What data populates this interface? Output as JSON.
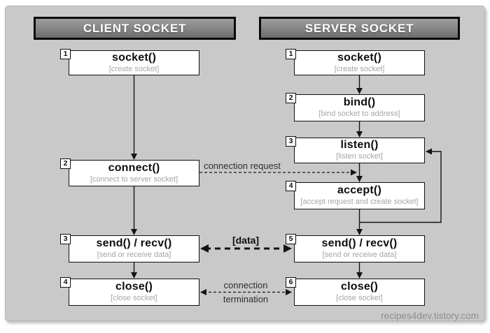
{
  "watermark": "recipes4dev.tistory.com",
  "colors": {
    "canvas_bg": "#c9c9c9",
    "header_gradient_top": "#9d9d9d",
    "header_gradient_bottom": "#6d6d6d",
    "header_text": "#ffffff",
    "box_bg": "#ffffff",
    "box_border": "#101010",
    "subtitle_text": "#a5a5a5",
    "arrow_line": "#141414",
    "watermark_text": "#8e8e8e"
  },
  "client": {
    "header": "CLIENT SOCKET",
    "steps": [
      {
        "num": "1",
        "title": "socket()",
        "subtitle": "[create socket]"
      },
      {
        "num": "2",
        "title": "connect()",
        "subtitle": "[connect to server socket]"
      },
      {
        "num": "3",
        "title": "send() / recv()",
        "subtitle": "[send or receive data]"
      },
      {
        "num": "4",
        "title": "close()",
        "subtitle": "[close socket]"
      }
    ]
  },
  "server": {
    "header": "SERVER SOCKET",
    "steps": [
      {
        "num": "1",
        "title": "socket()",
        "subtitle": "[create socket]"
      },
      {
        "num": "2",
        "title": "bind()",
        "subtitle": "[bind socket to address]"
      },
      {
        "num": "3",
        "title": "listen()",
        "subtitle": "[listen socket]"
      },
      {
        "num": "4",
        "title": "accept()",
        "subtitle": "[accept request and create socket]"
      },
      {
        "num": "5",
        "title": "send() / recv()",
        "subtitle": "[send or receive data]"
      },
      {
        "num": "6",
        "title": "close()",
        "subtitle": "[close socket]"
      }
    ]
  },
  "labels": {
    "connection_request": "connection request",
    "data": "[data]",
    "termination_line1": "connection",
    "termination_line2": "termination"
  }
}
